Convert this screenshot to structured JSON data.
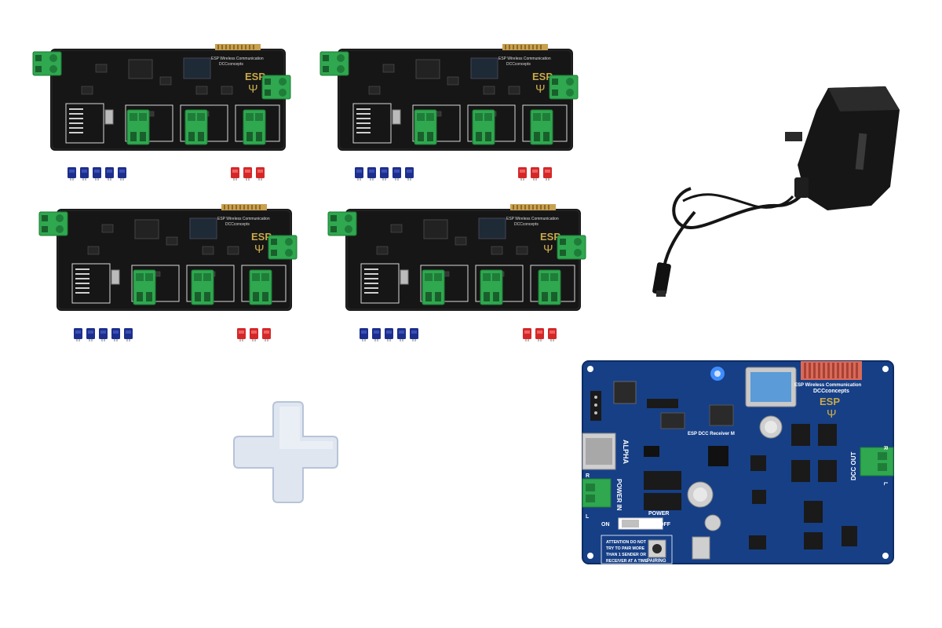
{
  "boards": {
    "header": "ESP Wireless Communication",
    "brand": "DCCconcepts",
    "logo": "ESP"
  },
  "receiver": {
    "header": "ESP Wireless Communication",
    "brand": "DCCconcepts",
    "logo": "ESP",
    "model": "ESP DCC Receiver M",
    "alpha_label": "ALPHA",
    "power_in_label": "POWER IN",
    "dcc_out_label": "DCC OUT",
    "power_label": "POWER",
    "on_label": "ON",
    "off_label": "OFF",
    "pairing_label": "PAIRING",
    "warning_lines": [
      "ATTENTION DO NOT",
      "TRY TO PAIR MORE",
      "THAN 1 SENDER OR",
      "RECEIVER AT A TIME"
    ],
    "r_label": "R",
    "l_label": "L",
    "led_color": "#3f8cff",
    "board_color": "#163f86"
  },
  "colors": {
    "pcb_black": "#161616",
    "terminal_green": "#2fa84f",
    "jumper_blue": "#1d2f8c",
    "jumper_red": "#d42828",
    "plus_fill": "#dfe6f0"
  }
}
